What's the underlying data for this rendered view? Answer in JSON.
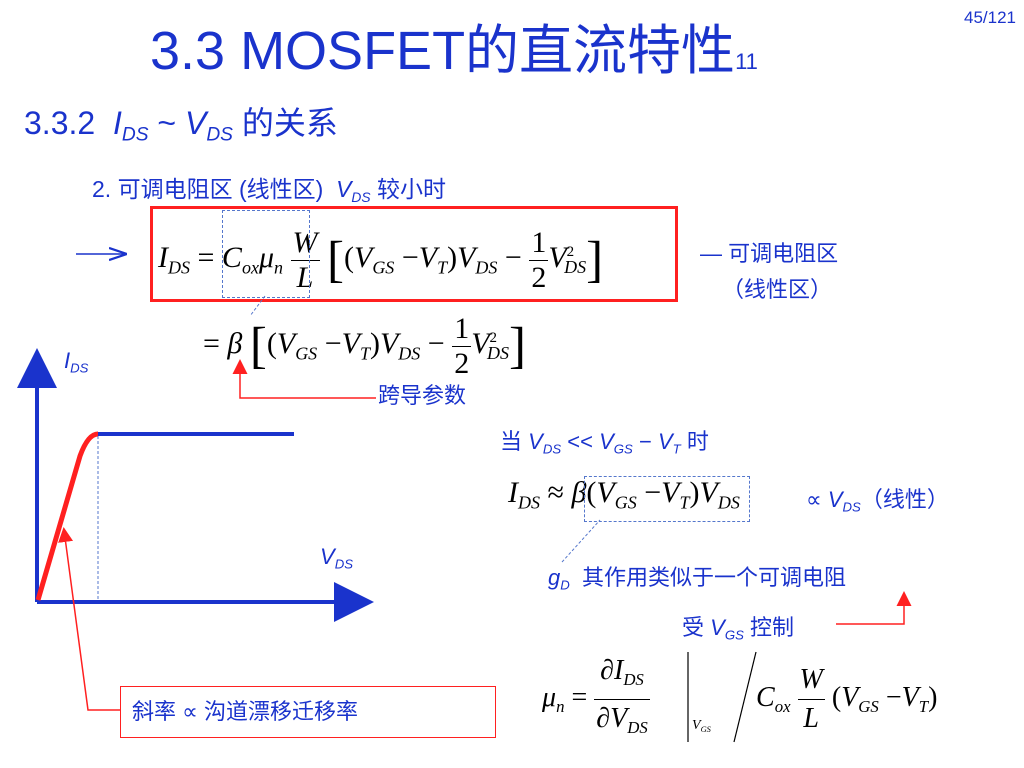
{
  "slide": {
    "title": "3.3  MOSFET的直流特性",
    "title_suffix": "11",
    "page_number": "45/121",
    "section_num": "3.3.2",
    "section_tail": "的关系",
    "sub_head_pre": "2. 可调电阻区 (线性区)",
    "sub_head_post": "较小时"
  },
  "symbols": {
    "I": "I",
    "V": "V",
    "W": "W",
    "L": "L",
    "C": "C",
    "g": "g",
    "DS": "DS",
    "GS": "GS",
    "T": "T",
    "ox": "ox",
    "n": "n",
    "D": "D",
    "tilde": "~",
    "mu": "μ",
    "beta": "β",
    "eq": "=",
    "approx": "≈",
    "minus": "−",
    "one": "1",
    "two": "2",
    "sq": "2",
    "propto": "∝",
    "lt": "<<",
    "partial": "∂",
    "slash": "/",
    "lparen": "(",
    "rparen": ")"
  },
  "annotations": {
    "region_line1": "可调电阻区",
    "region_line2": "（线性区）",
    "transconductance": "跨导参数",
    "when": "当",
    "time": "时",
    "linear": "（线性）",
    "gd_desc": "其作用类似于一个可调电阻",
    "controlled_pre": "受",
    "controlled_post": "控制",
    "slope_pre": "斜率",
    "slope_post": "沟道漂移迁移率"
  },
  "colors": {
    "blue": "#1a33cc",
    "red": "#ff2020",
    "dash_blue": "#5577cc"
  }
}
